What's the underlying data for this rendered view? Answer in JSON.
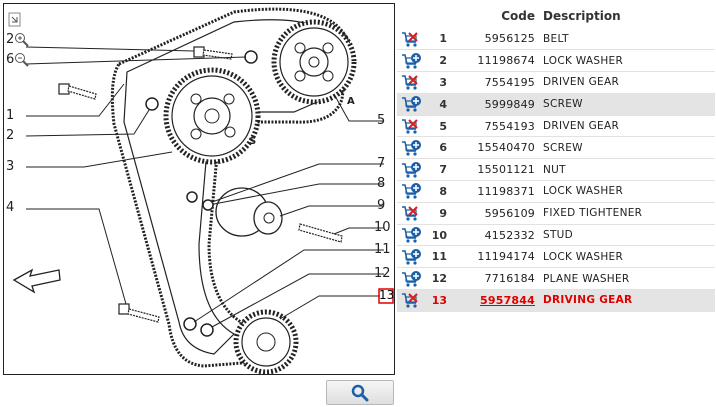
{
  "table": {
    "headers": {
      "code": "Code",
      "description": "Description"
    },
    "rows": [
      {
        "num": "1",
        "code": "5956125",
        "desc": "BELT",
        "icon": "cart-remove-icon",
        "alt": false,
        "selected": false
      },
      {
        "num": "2",
        "code": "11198674",
        "desc": "LOCK WASHER",
        "icon": "cart-add-icon",
        "alt": false,
        "selected": false
      },
      {
        "num": "3",
        "code": "7554195",
        "desc": "DRIVEN GEAR",
        "icon": "cart-remove-icon",
        "alt": false,
        "selected": false
      },
      {
        "num": "4",
        "code": "5999849",
        "desc": "SCREW",
        "icon": "cart-add-icon",
        "alt": true,
        "selected": false
      },
      {
        "num": "5",
        "code": "7554193",
        "desc": "DRIVEN GEAR",
        "icon": "cart-remove-icon",
        "alt": false,
        "selected": false
      },
      {
        "num": "6",
        "code": "15540470",
        "desc": "SCREW",
        "icon": "cart-add-icon",
        "alt": false,
        "selected": false
      },
      {
        "num": "7",
        "code": "15501121",
        "desc": "NUT",
        "icon": "cart-add-icon",
        "alt": false,
        "selected": false
      },
      {
        "num": "8",
        "code": "11198371",
        "desc": "LOCK WASHER",
        "icon": "cart-add-icon",
        "alt": false,
        "selected": false
      },
      {
        "num": "9",
        "code": "5956109",
        "desc": "FIXED TIGHTENER",
        "icon": "cart-remove-icon",
        "alt": false,
        "selected": false
      },
      {
        "num": "10",
        "code": "4152332",
        "desc": "STUD",
        "icon": "cart-add-icon",
        "alt": false,
        "selected": false
      },
      {
        "num": "11",
        "code": "11194174",
        "desc": "LOCK WASHER",
        "icon": "cart-add-icon",
        "alt": false,
        "selected": false
      },
      {
        "num": "12",
        "code": "7716184",
        "desc": "PLANE WASHER",
        "icon": "cart-add-icon",
        "alt": false,
        "selected": false
      },
      {
        "num": "13",
        "code": "5957844",
        "desc": "DRIVING GEAR",
        "icon": "cart-remove-icon",
        "alt": true,
        "selected": true
      }
    ]
  },
  "diagram": {
    "callouts": [
      "1",
      "2",
      "3",
      "4",
      "5",
      "6",
      "7",
      "8",
      "9",
      "10",
      "11",
      "12",
      "13"
    ],
    "letters": {
      "a": "A",
      "s": "S"
    },
    "tools": {
      "zoom_in_label": "2",
      "zoom_out_label": "6"
    },
    "highlight_color": "#e00000"
  },
  "icons": {
    "cart_add": "cart-add-icon",
    "cart_remove": "cart-remove-icon",
    "search": "magnifier-icon",
    "fullscreen": "expand-icon",
    "zoom_in": "zoom-in-icon",
    "zoom_out": "zoom-out-icon",
    "direction": "arrow-icon"
  },
  "colors": {
    "selected_text": "#e00000",
    "alt_row": "#e4e4e4",
    "cart_blue": "#1a5fa8",
    "cart_red": "#d22020"
  }
}
